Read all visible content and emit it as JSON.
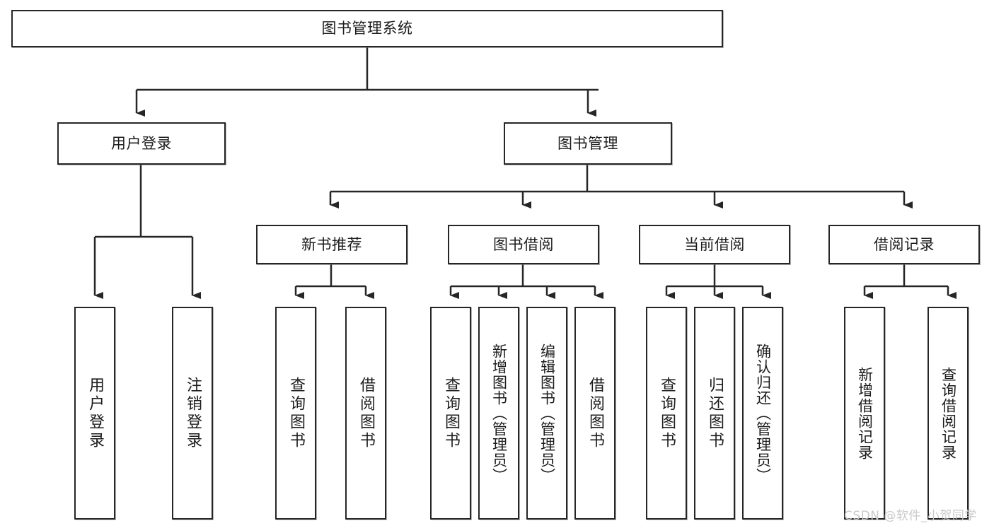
{
  "diagram": {
    "title": "图书管理系统",
    "type": "tree-hierarchy-chart",
    "stroke_color": "#262626",
    "fill_color": "#ffffff",
    "root": {
      "label": "图书管理系统"
    },
    "level2": [
      {
        "label": "用户登录"
      },
      {
        "label": "图书管理"
      }
    ],
    "level3": [
      {
        "label": "新书推荐"
      },
      {
        "label": "图书借阅"
      },
      {
        "label": "当前借阅"
      },
      {
        "label": "借阅记录"
      }
    ],
    "leaves": {
      "user_login": [
        {
          "label": "用户登录"
        },
        {
          "label": "注销登录"
        }
      ],
      "new_book_recommend": [
        {
          "label": "查询图书"
        },
        {
          "label": "借阅图书"
        }
      ],
      "book_borrow": [
        {
          "label": "查询图书"
        },
        {
          "label": "新增图书（管理员）"
        },
        {
          "label": "编辑图书（管理员）"
        },
        {
          "label": "借阅图书"
        }
      ],
      "current_borrow": [
        {
          "label": "查询图书"
        },
        {
          "label": "归还图书"
        },
        {
          "label": "确认归还（管理员）"
        }
      ],
      "borrow_record": [
        {
          "label": "新增借阅记录"
        },
        {
          "label": "查询借阅记录"
        }
      ]
    }
  },
  "watermark": {
    "text": "CSDN @软件_小贺同学"
  }
}
